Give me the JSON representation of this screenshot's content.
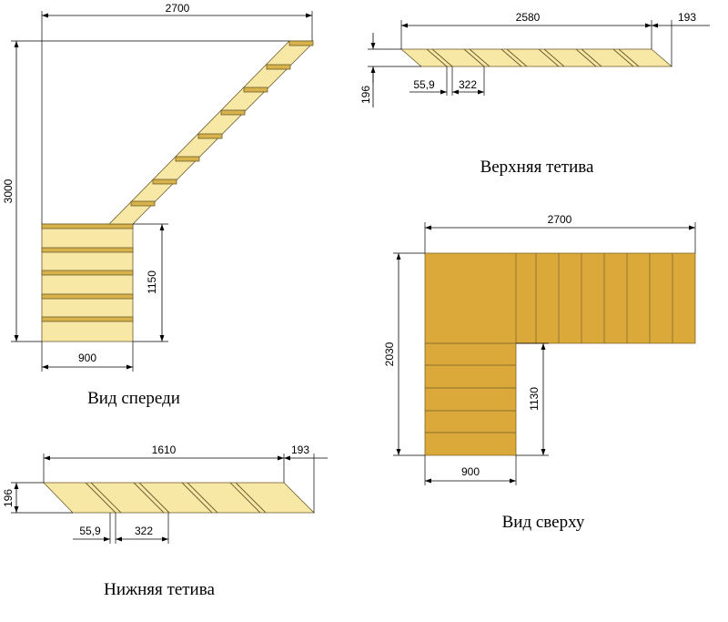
{
  "front_view": {
    "caption": "Вид спереди",
    "width_total": "2700",
    "height_total": "3000",
    "lower_height": "1150",
    "lower_width": "900"
  },
  "upper_stringer": {
    "caption": "Верхняя тетива",
    "length": "2580",
    "overhang": "193",
    "height": "196",
    "offset": "55,9",
    "step": "322"
  },
  "top_view": {
    "caption": "Вид сверху",
    "width_total": "2700",
    "depth_total": "2030",
    "lower_depth": "1130",
    "lower_width": "900"
  },
  "lower_stringer": {
    "caption": "Нижняя тетива",
    "length": "1610",
    "overhang": "193",
    "height": "196",
    "offset": "55,9",
    "step": "322"
  }
}
